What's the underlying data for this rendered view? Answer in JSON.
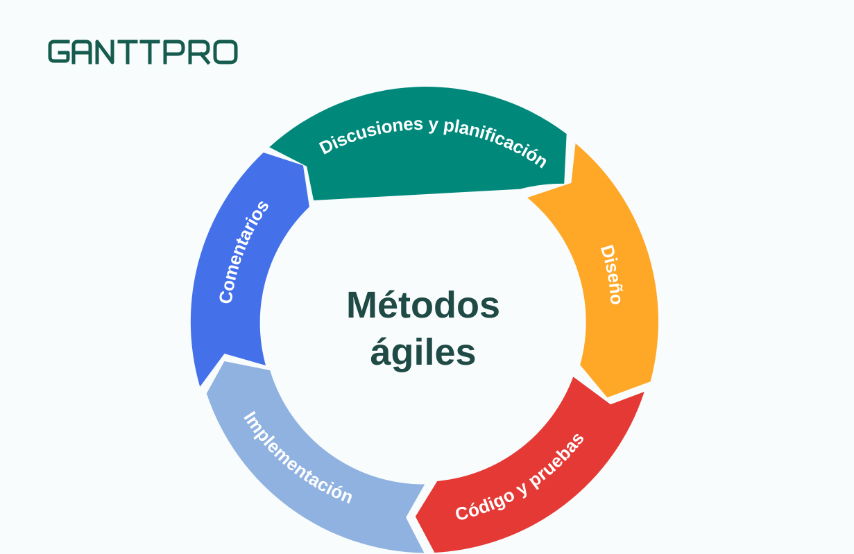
{
  "brand": {
    "name": "GANTTPRO",
    "color": "#155B4E"
  },
  "diagram": {
    "title_lines": [
      "Métodos",
      "ágiles"
    ],
    "title_color": "#1F4A45",
    "segments": [
      {
        "label": "Discusiones y planificación",
        "color": "#00897B"
      },
      {
        "label": "Diseño",
        "color": "#FFA726"
      },
      {
        "label": "Código y pruebas",
        "color": "#E53935"
      },
      {
        "label": "Implementación",
        "color": "#90B2E0"
      },
      {
        "label": "Comentarios",
        "color": "#4470EA"
      }
    ]
  }
}
